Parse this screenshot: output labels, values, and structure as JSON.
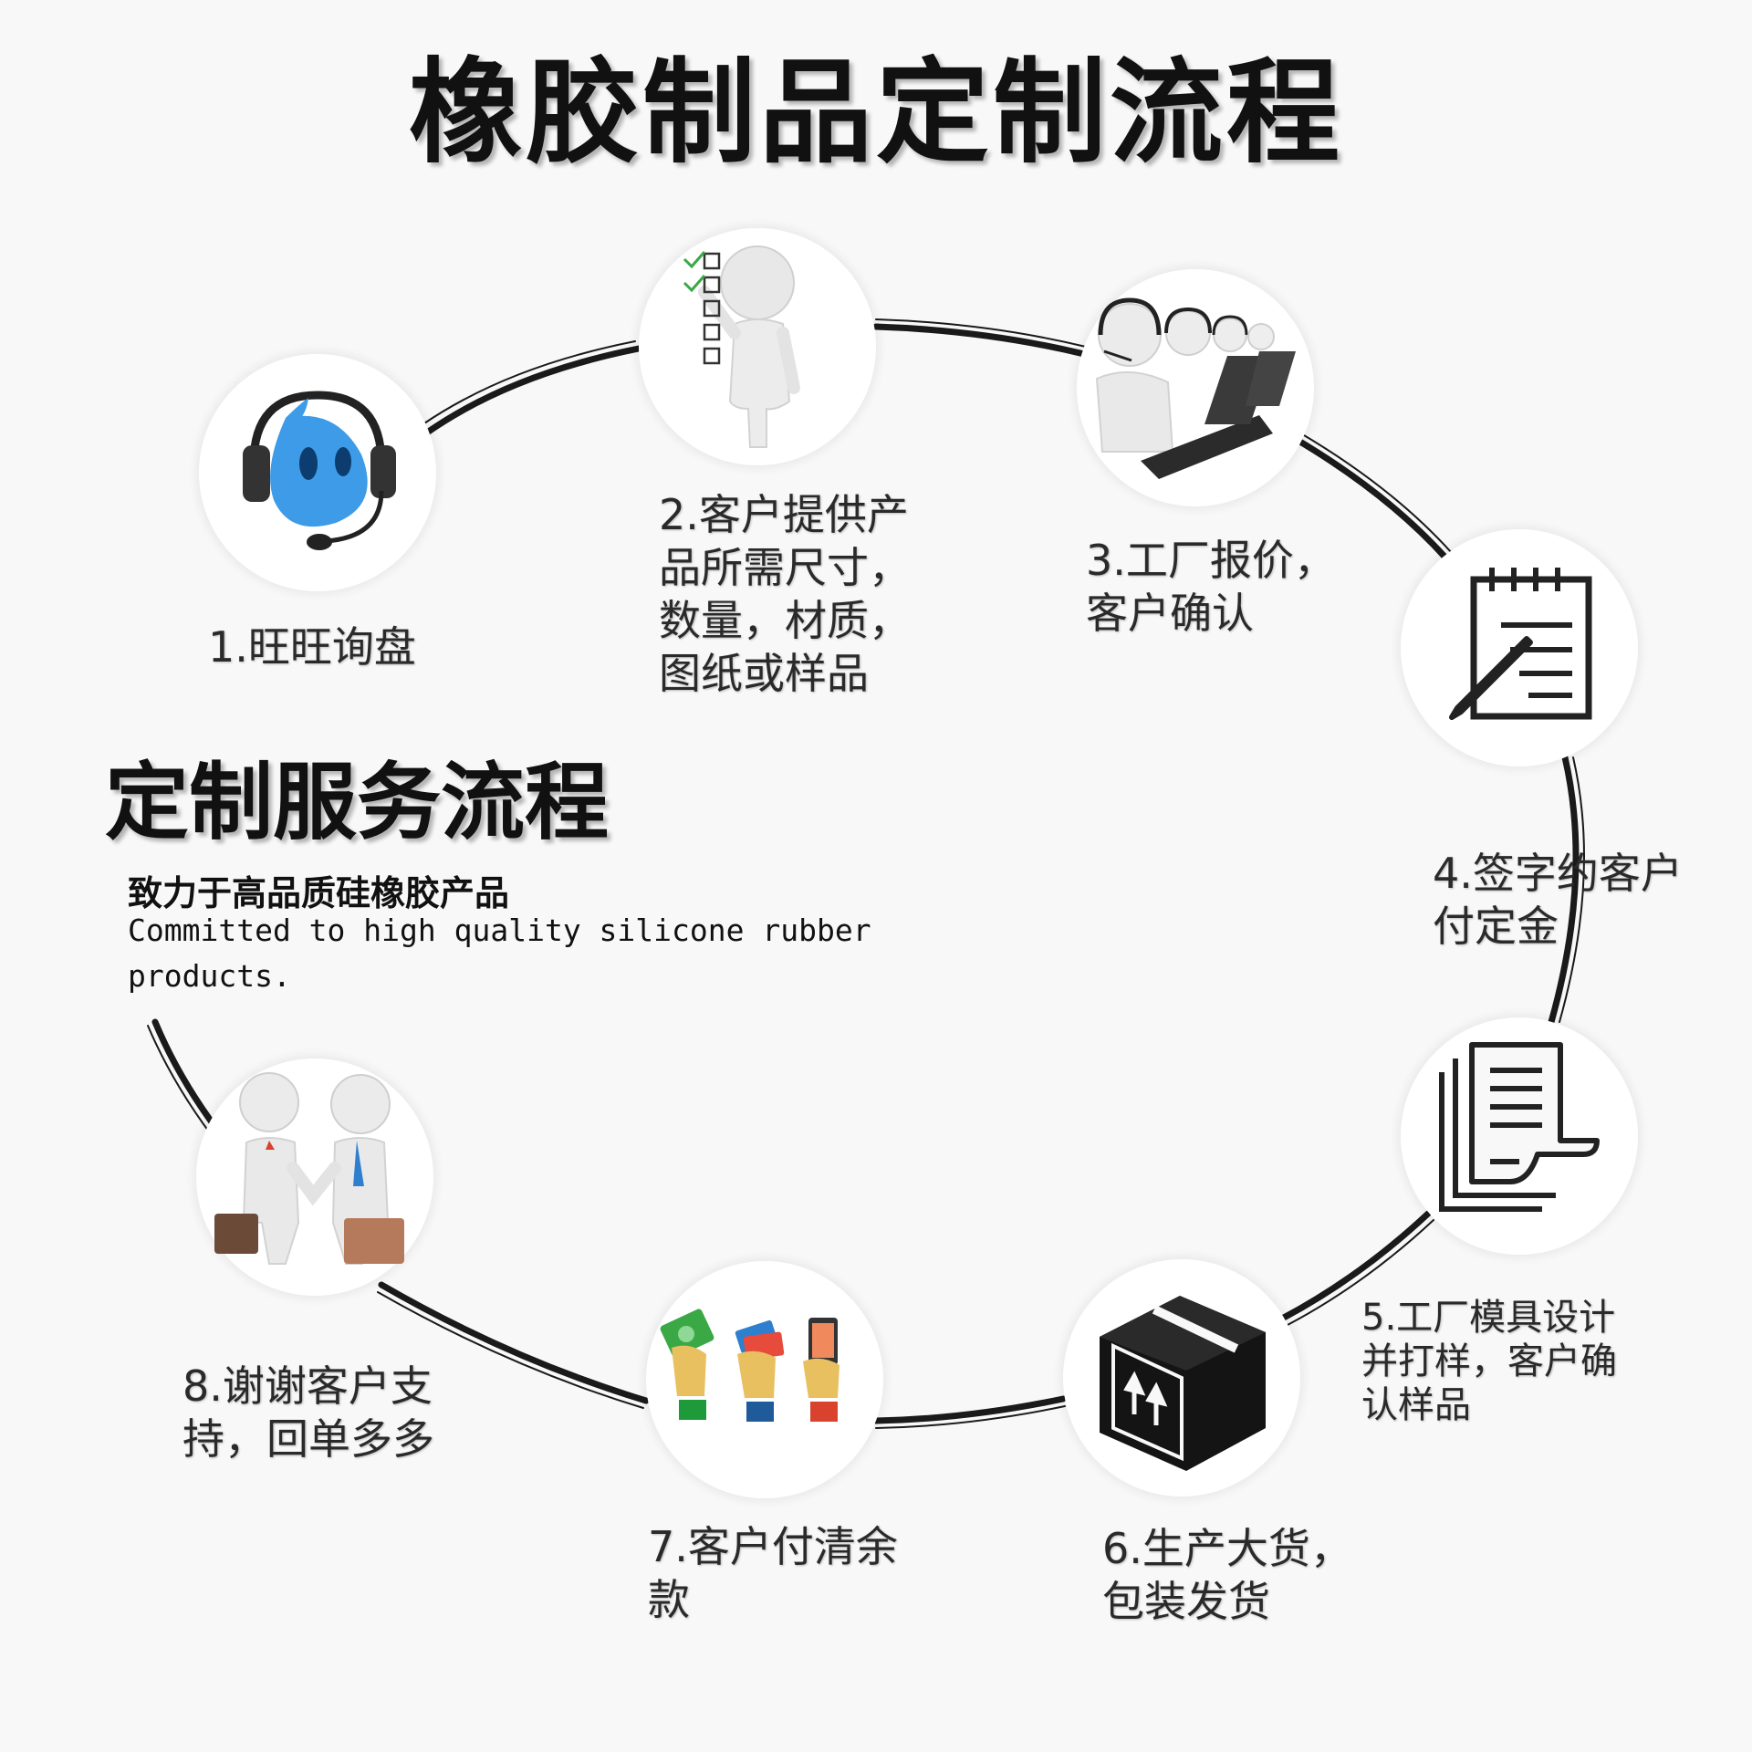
{
  "title": "橡胶制品定制流程",
  "subtitle": "定制服务流程",
  "tagline_cn": "致力于高品质硅橡胶产品",
  "tagline_en": "Committed to high quality silicone rubber products.",
  "steps": [
    {
      "label": "1.旺旺询盘",
      "icon": "headset-mascot-icon"
    },
    {
      "label": "2.客户提供产\n品所需尺寸，\n数量，材质，\n图纸或样品",
      "icon": "checklist-person-icon"
    },
    {
      "label": "3.工厂报价，\n客户确认",
      "icon": "call-center-icon"
    },
    {
      "label": "4.签字约客户\n付定金",
      "icon": "notepad-pen-icon"
    },
    {
      "label": "5.工厂模具设计\n并打样，客户确\n认样品",
      "icon": "documents-icon"
    },
    {
      "label": "6.生产大货，\n包装发货",
      "icon": "package-box-icon"
    },
    {
      "label": "7.客户付清余\n款",
      "icon": "payment-hands-icon"
    },
    {
      "label": "8.谢谢客户支\n持，回单多多",
      "icon": "handshake-icon"
    }
  ],
  "colors": {
    "ring": "#1a1a1a",
    "background": "#f8f8f8",
    "mascot": "#3d9be8",
    "money": "#3aa845"
  }
}
